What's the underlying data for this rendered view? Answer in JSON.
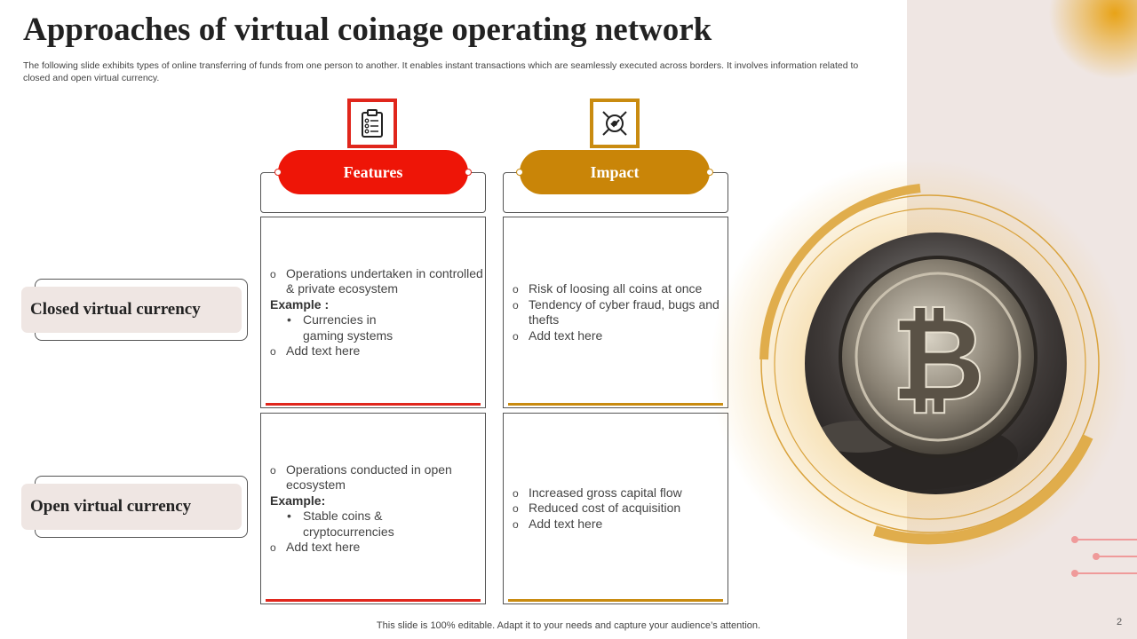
{
  "slide": {
    "title": "Approaches of virtual coinage operating network",
    "subtitle": "The following slide exhibits types of online transferring of funds from one person to another. It enables instant transactions which are seamlessly executed across borders. It involves information related to closed and open virtual currency.",
    "footer": "This slide is 100% editable. Adapt it to your needs and capture your audience’s attention.",
    "page_number": "2"
  },
  "headers": {
    "features": {
      "label": "Features",
      "icon": "checklist-icon",
      "color": "#ee1507"
    },
    "impact": {
      "label": "Impact",
      "icon": "target-icon",
      "color": "#c98508"
    }
  },
  "rows": [
    {
      "label": "Closed virtual currency",
      "features": {
        "line1": "Operations undertaken in controlled & private ecosystem",
        "example_label": "Example :",
        "sub1": "Currencies in gaming systems",
        "line2": "Add text here"
      },
      "impact": {
        "line1": "Risk of loosing all coins at once",
        "line2": "Tendency of cyber fraud, bugs and thefts",
        "line3": "Add text here"
      }
    },
    {
      "label": "Open virtual currency",
      "features": {
        "line1": "Operations conducted in open ecosystem",
        "example_label": "Example:",
        "sub1": "Stable coins & cryptocurrencies",
        "line2": "Add text here"
      },
      "impact": {
        "line1": "Increased gross capital flow",
        "line2": "Reduced cost of acquisition",
        "line3": "Add text here"
      }
    }
  ],
  "image": {
    "icon": "bitcoin-icon"
  },
  "colors": {
    "red": "#e0261c",
    "gold": "#c98b10",
    "panel": "#efe6e3"
  }
}
